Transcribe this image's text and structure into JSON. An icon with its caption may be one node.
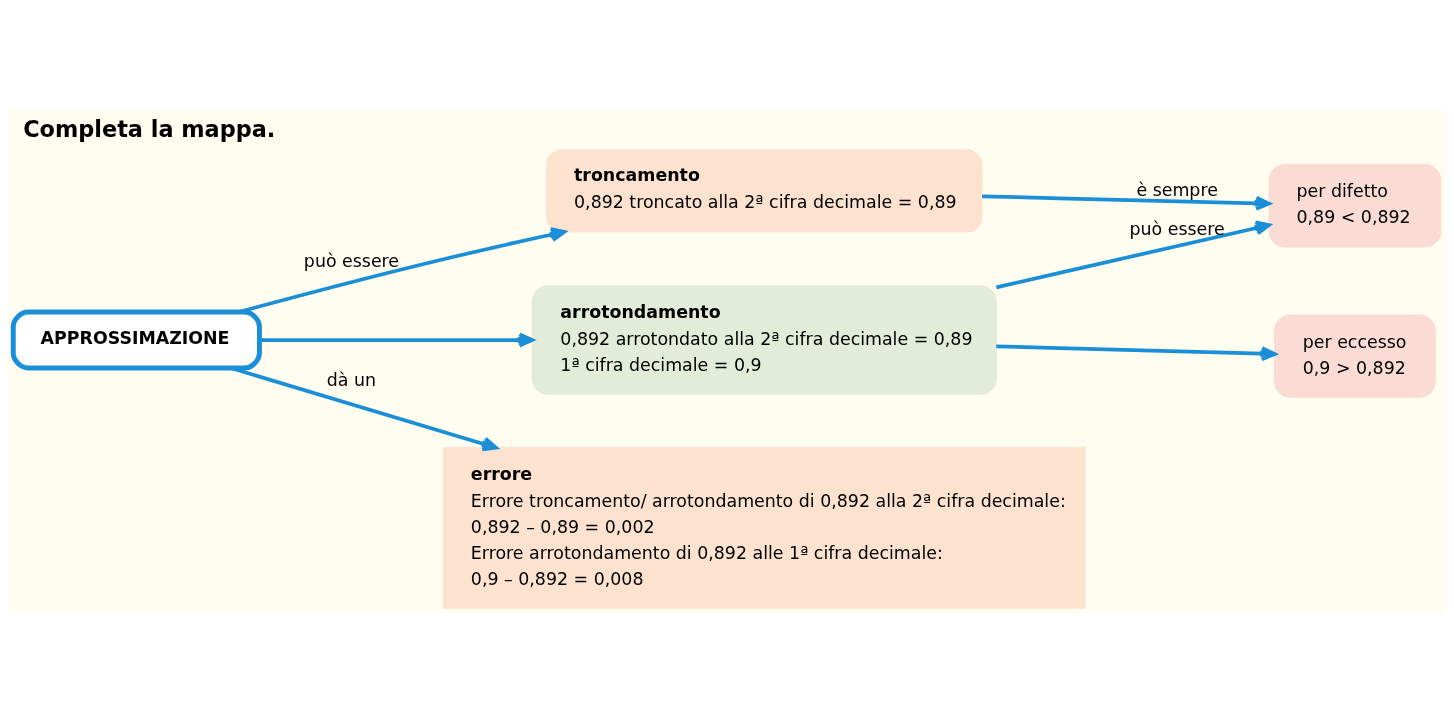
{
  "diagram": {
    "title": "Completa la mappa.",
    "nodes": [
      {
        "text": [
          "APPROSSIMAZIONE"
        ]
      },
      {
        "text": [
          "troncamento",
          "0,892 troncato alla 2ª cifra decimale = 0,89"
        ]
      },
      {
        "text": [
          "arrotondamento",
          "0,892 arrotondato alla 2ª cifra decimale = 0,89",
          "1ª cifra decimale = 0,9"
        ]
      },
      {
        "text": [
          "per difetto",
          "0,89 < 0,892"
        ]
      },
      {
        "text": [
          "errore",
          "Errore troncamento/ arrotondamento di 0,892 alla 2ª cifra decimale:",
          "0,892 – 0,89 = 0,002",
          "Errore arrotondamento di 0,892 alle 1ª cifra decimale:",
          "0,9 – 0,892 = 0,008"
        ]
      },
      {
        "text": [
          "per eccesso",
          "0,9 > 0,892"
        ]
      }
    ],
    "edges": [
      {
        "from": 0,
        "to": 1,
        "arrow": "to",
        "label": "può essere"
      },
      {
        "from": 0,
        "to": 2,
        "arrow": "to"
      },
      {
        "from": 1,
        "to": 3,
        "arrow": "to",
        "label": "è sempre"
      },
      {
        "from": 0,
        "to": 4,
        "arrow": "to",
        "label": "dà un"
      },
      {
        "from": 2,
        "to": 3,
        "arrow": "to",
        "label": "può essere"
      },
      {
        "from": 2,
        "to": 5,
        "arrow": "to"
      }
    ]
  }
}
